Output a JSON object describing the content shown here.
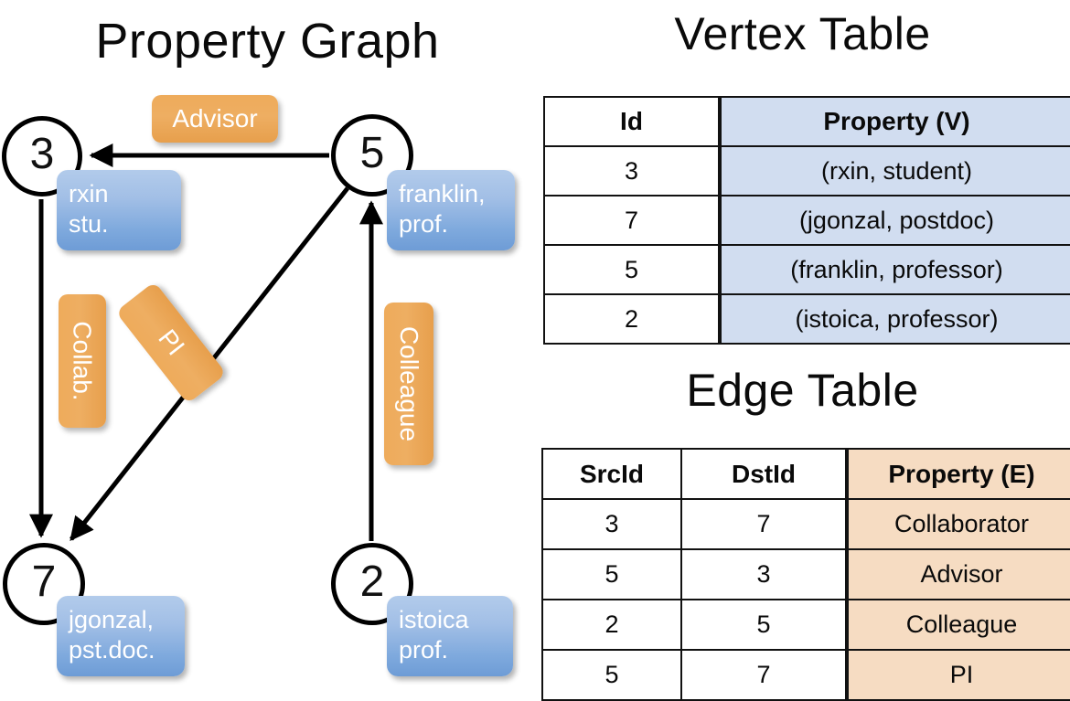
{
  "titles": {
    "property_graph": "Property Graph",
    "vertex_table": "Vertex Table",
    "edge_table": "Edge Table"
  },
  "graph": {
    "nodes": [
      {
        "id": "3",
        "property_text_line1": "rxin",
        "property_text_line2": "stu."
      },
      {
        "id": "5",
        "property_text_line1": "franklin,",
        "property_text_line2": "prof."
      },
      {
        "id": "7",
        "property_text_line1": "jgonzal,",
        "property_text_line2": "pst.doc."
      },
      {
        "id": "2",
        "property_text_line1": "istoica",
        "property_text_line2": "prof."
      }
    ],
    "edge_labels": [
      {
        "name": "advisor",
        "text": "Advisor",
        "orientation": "horizontal"
      },
      {
        "name": "collab",
        "text": "Collab.",
        "orientation": "vertical"
      },
      {
        "name": "pi",
        "text": "PI",
        "orientation": "diagonal"
      },
      {
        "name": "colleague",
        "text": "Colleague",
        "orientation": "vertical"
      }
    ],
    "edges": [
      {
        "from": "5",
        "to": "3",
        "label": "Advisor"
      },
      {
        "from": "3",
        "to": "7",
        "label": "Collab."
      },
      {
        "from": "5",
        "to": "7",
        "label": "PI"
      },
      {
        "from": "2",
        "to": "5",
        "label": "Colleague"
      }
    ]
  },
  "vertex_table": {
    "headers": [
      "Id",
      "Property (V)"
    ],
    "rows": [
      {
        "id": "3",
        "property": "(rxin, student)"
      },
      {
        "id": "7",
        "property": "(jgonzal, postdoc)"
      },
      {
        "id": "5",
        "property": "(franklin, professor)"
      },
      {
        "id": "2",
        "property": "(istoica, professor)"
      }
    ]
  },
  "edge_table": {
    "headers": [
      "SrcId",
      "DstId",
      "Property (E)"
    ],
    "rows": [
      {
        "src": "3",
        "dst": "7",
        "property": "Collaborator"
      },
      {
        "src": "5",
        "dst": "3",
        "property": "Advisor"
      },
      {
        "src": "2",
        "dst": "5",
        "property": "Colleague"
      },
      {
        "src": "5",
        "dst": "7",
        "property": "PI"
      }
    ]
  },
  "colors": {
    "vertex_property_fill": "#d1ddf0",
    "edge_property_fill": "#f6dcc2",
    "node_property_box": "#7ea9dd",
    "edge_label_box": "#eeab5b",
    "background": "#ffffff",
    "stroke": "#000000"
  }
}
